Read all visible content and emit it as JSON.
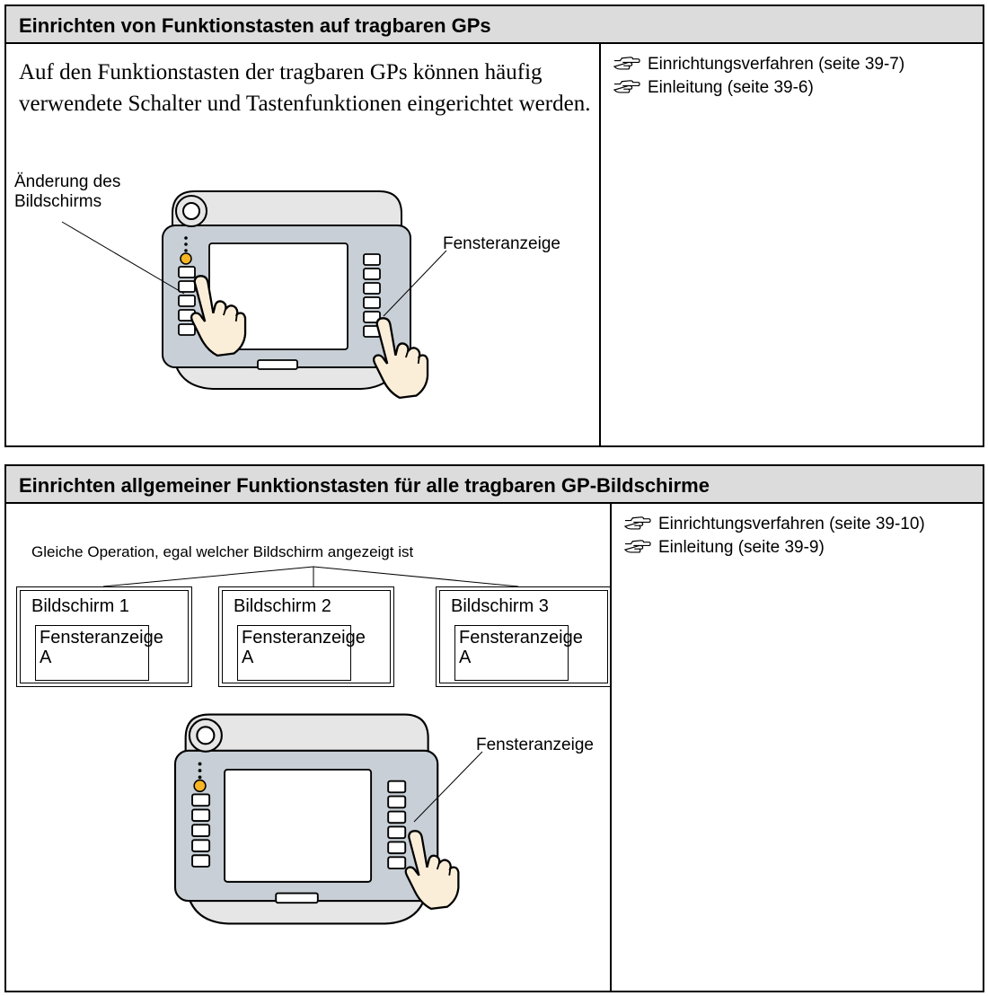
{
  "section1": {
    "title": "Einrichten von Funktionstasten auf tragbaren GPs",
    "body": "Auf den Funktionstasten der tragbaren GPs können häufig verwendete Schalter und Tastenfunktionen eingerichtet werden.",
    "label_left_line1": "Änderung des",
    "label_left_line2": "Bildschirms",
    "label_right": "Fensteranzeige",
    "refs": [
      {
        "icon": "hand-pointer-icon",
        "text": "Einrichtungsverfahren (seite 39-7)"
      },
      {
        "icon": "hand-pointer-icon",
        "text": "Einleitung (seite 39-6)"
      }
    ]
  },
  "section2": {
    "title": "Einrichten allgemeiner Funktionstasten für alle tragbaren GP-Bildschirme",
    "caption": "Gleiche Operation, egal welcher Bildschirm angezeigt ist",
    "screens": [
      {
        "title": "Bildschirm 1",
        "window": "Fensteranzeige",
        "window_sub": "A"
      },
      {
        "title": "Bildschirm 2",
        "window": "Fensteranzeige",
        "window_sub": "A"
      },
      {
        "title": "Bildschirm 3",
        "window": "Fensteranzeige",
        "window_sub": "A"
      }
    ],
    "label_right": "Fensteranzeige",
    "refs": [
      {
        "icon": "hand-pointer-icon",
        "text": "Einrichtungsverfahren (seite 39-10)"
      },
      {
        "icon": "hand-pointer-icon",
        "text": "Einleitung (seite 39-9)"
      }
    ]
  },
  "colors": {
    "header_bg": "#dcdcdc",
    "device_body": "#e6e6e6",
    "device_bezel": "#c8cfd6",
    "led": "#f7b524",
    "hand": "#fbeed9"
  }
}
